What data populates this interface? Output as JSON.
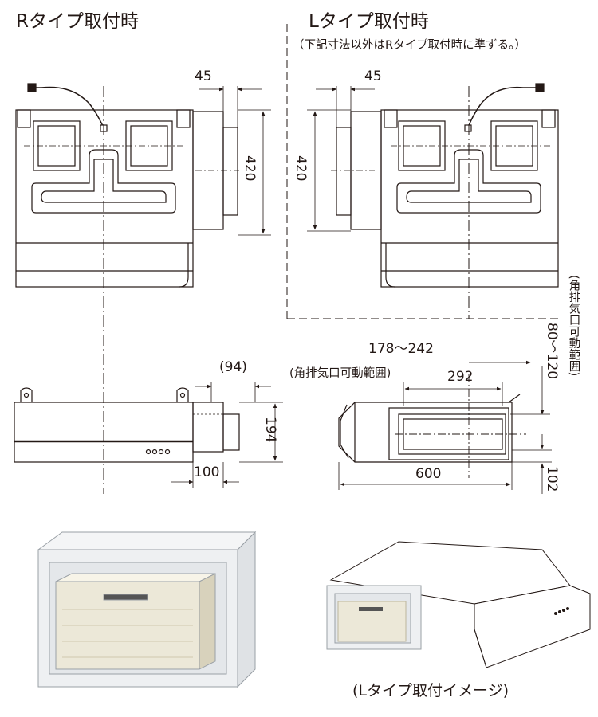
{
  "titles": {
    "r_type": "Rタイプ取付時",
    "l_type": "Lタイプ取付時",
    "l_note": "（下記寸法以外はRタイプ取付時に準ずる。）"
  },
  "dimensions": {
    "r_top_width": "45",
    "r_top_height": "420",
    "l_top_width": "45",
    "l_top_height": "420",
    "r_front_paren": "(94)",
    "r_front_height": "194",
    "r_front_offset": "100",
    "l_range_label": "(角排気口可動範囲)",
    "l_range_value": "178～242",
    "l_width_292": "292",
    "l_width_600": "600",
    "l_vert_range": "80～120",
    "l_vert_label": "(角排気口可動範囲)",
    "l_vert_102": "102"
  },
  "captions": {
    "l_image": "(Lタイプ取付イメージ)"
  },
  "colors": {
    "line": "#231815",
    "fill_box": "#eef0f2",
    "fill_duct": "#ece8d8"
  }
}
